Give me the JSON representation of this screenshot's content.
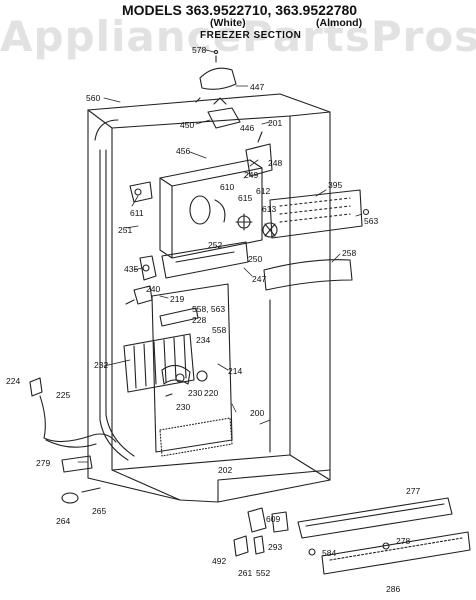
{
  "header": {
    "title": "MODELS 363.9522710, 363.9522780",
    "variant_white": "(White)",
    "variant_almond": "(Almond)",
    "section": "FREEZER SECTION"
  },
  "watermark": "AppliancePartsPros.com",
  "colors": {
    "line": "#222222",
    "watermark": "#b8b8b8"
  },
  "part_labels": [
    "578",
    "447",
    "560",
    "450",
    "446",
    "201",
    "456",
    "248",
    "249",
    "395",
    "610",
    "612",
    "615",
    "613",
    "611",
    "563",
    "251",
    "252",
    "250",
    "258",
    "435",
    "247",
    "240",
    "219",
    "558, 563",
    "228",
    "558",
    "234",
    "232",
    "214",
    "230",
    "220",
    "230",
    "224",
    "225",
    "200",
    "279",
    "202",
    "277",
    "264",
    "265",
    "609",
    "584",
    "278",
    "293",
    "492",
    "261",
    "552",
    "286"
  ]
}
